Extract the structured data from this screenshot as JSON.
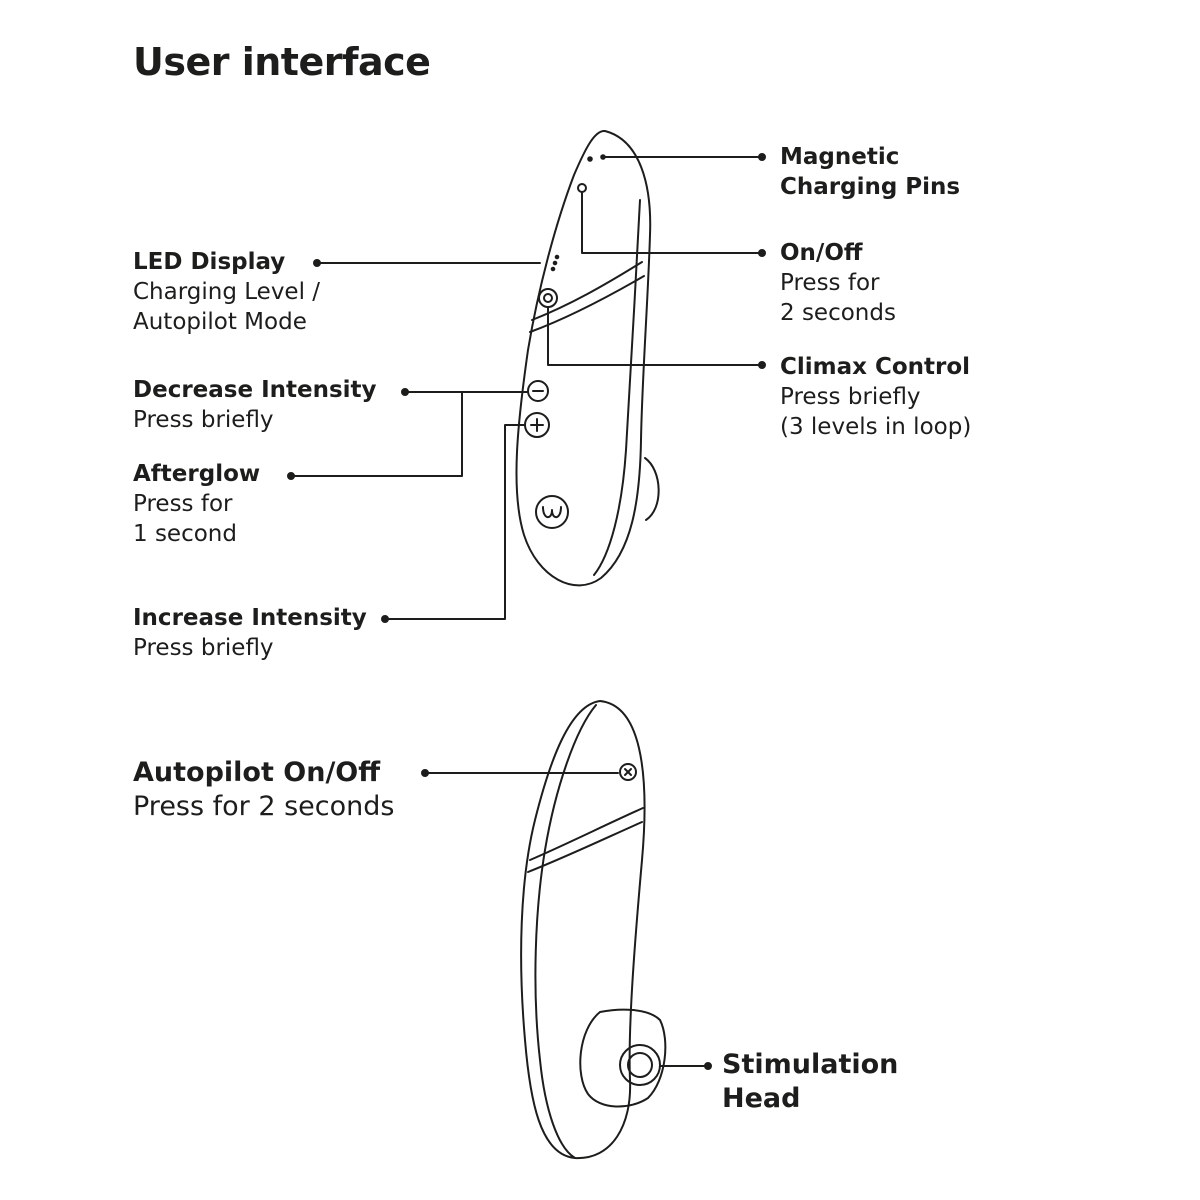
{
  "title": "User interface",
  "labels": {
    "magnetic_charging_pins": {
      "head": "Magnetic\nCharging Pins",
      "desc": ""
    },
    "on_off": {
      "head": "On/Off",
      "desc": "Press for\n2 seconds"
    },
    "climax_control": {
      "head": "Climax Control",
      "desc": "Press briefly\n(3 levels in loop)"
    },
    "led_display": {
      "head": "LED Display",
      "desc": "Charging Level /\nAutopilot Mode"
    },
    "decrease_intensity": {
      "head": "Decrease Intensity",
      "desc": "Press briefly"
    },
    "afterglow": {
      "head": "Afterglow",
      "desc": "Press for\n1 second"
    },
    "increase_intensity": {
      "head": "Increase Intensity",
      "desc": "Press briefly"
    },
    "autopilot_on_off": {
      "head": "Autopilot On/Off",
      "desc": "Press for 2 seconds"
    },
    "stimulation_head": {
      "head": "Stimulation\nHead",
      "desc": ""
    }
  },
  "icons": {
    "minus_button": "−",
    "plus_button": "+"
  },
  "colors": {
    "ink": "#1d1d1b",
    "background": "#ffffff"
  }
}
